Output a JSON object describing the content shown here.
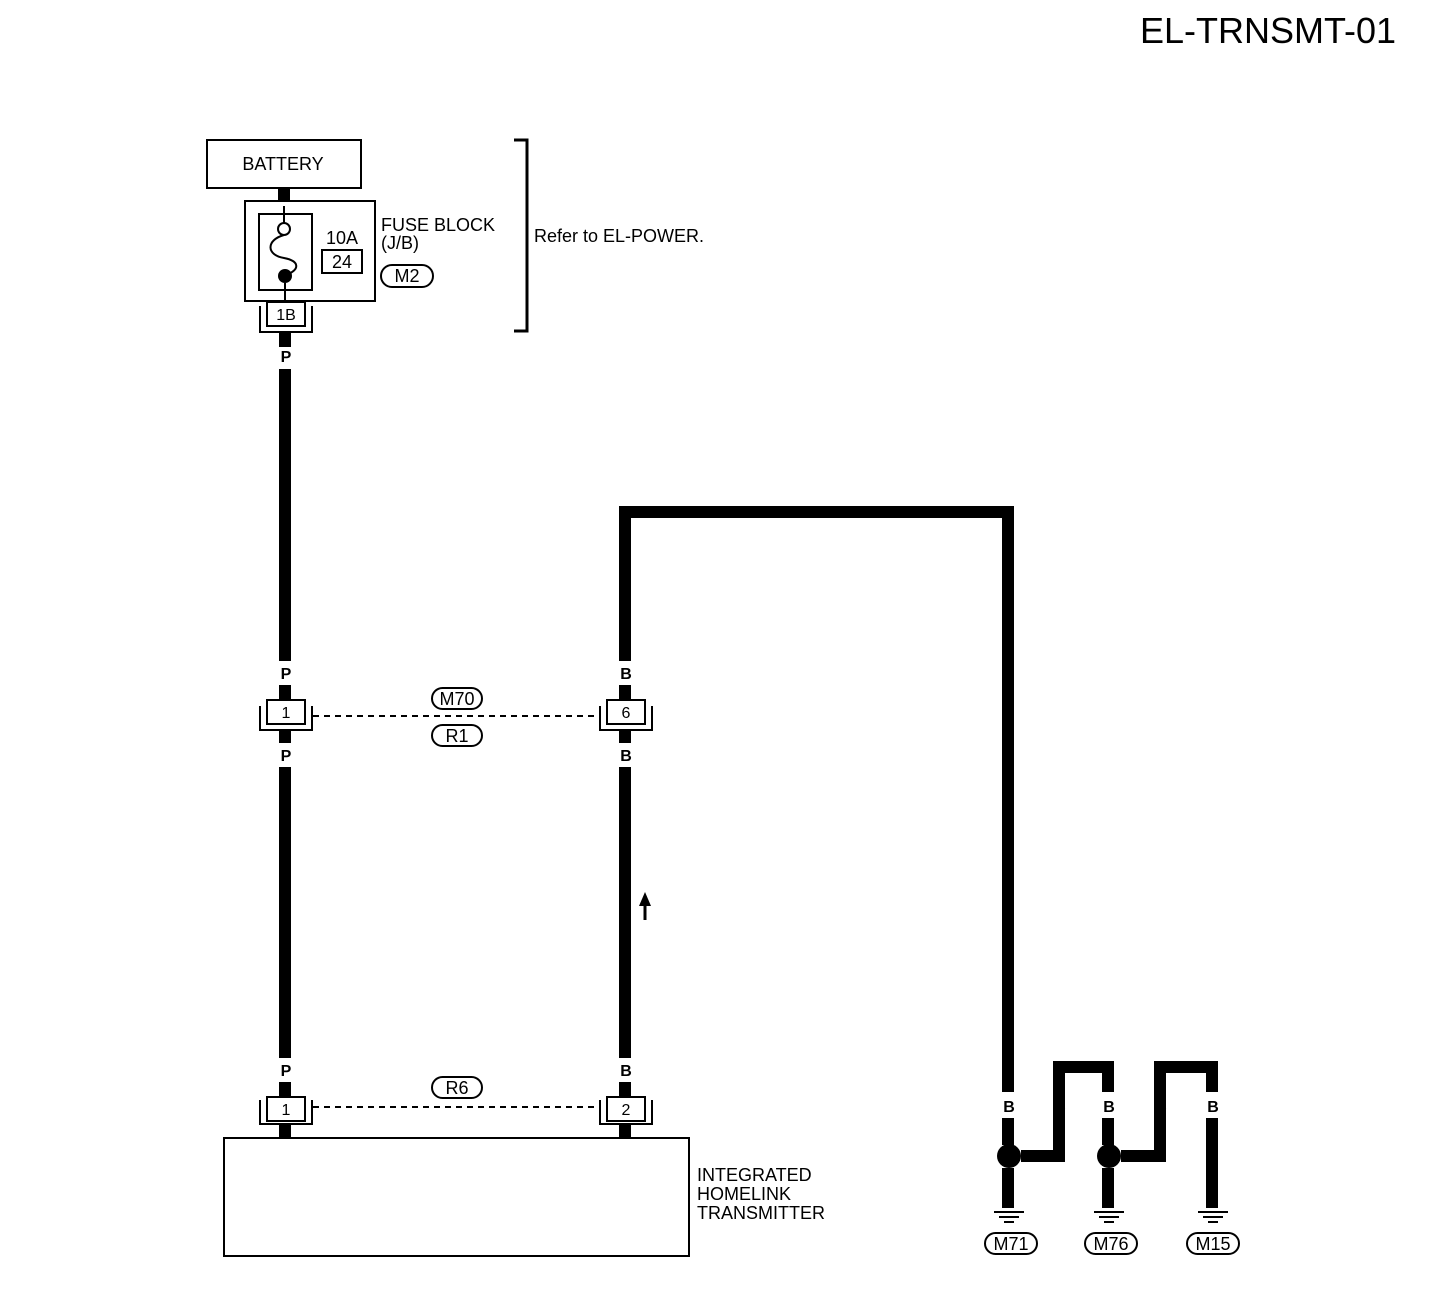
{
  "page_id": "EL-TRNSMT-01",
  "battery": {
    "label": "BATTERY"
  },
  "fuse_block": {
    "label_line1": "FUSE BLOCK",
    "label_line2": "(J/B)",
    "amperage": "10A",
    "fuse_number": "24",
    "connector": "M2",
    "terminal": "1B",
    "reference": "Refer to EL-POWER."
  },
  "wires": {
    "power_color": "P",
    "ground_color": "B"
  },
  "joint_connectors": {
    "upper_left_terminal": "1",
    "upper_right_terminal": "6",
    "upper_tag_top": "M70",
    "upper_tag_bottom": "R1",
    "lower_left_terminal": "1",
    "lower_right_terminal": "2",
    "lower_tag": "R6"
  },
  "component": {
    "line1": "INTEGRATED",
    "line2": "HOMELINK",
    "line3": "TRANSMITTER"
  },
  "grounds": [
    "M71",
    "M76",
    "M15"
  ]
}
